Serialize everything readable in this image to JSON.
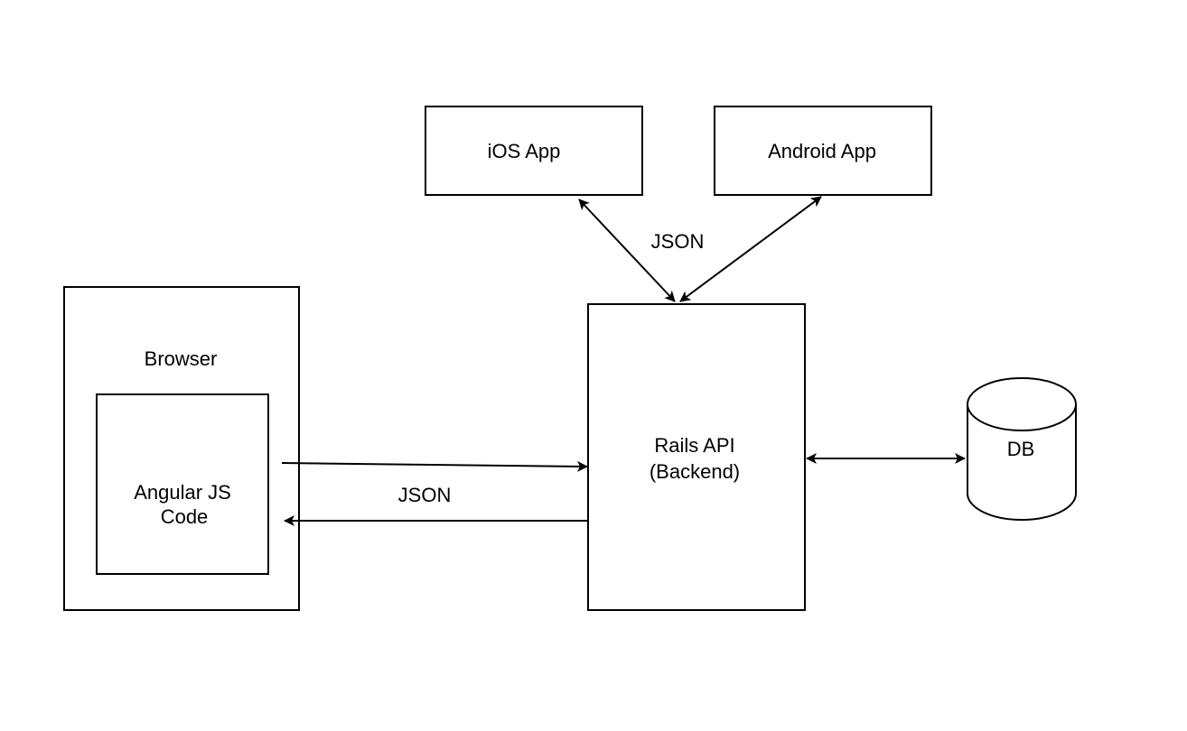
{
  "nodes": {
    "ios_app": {
      "label": "iOS App"
    },
    "android_app": {
      "label": "Android App"
    },
    "browser": {
      "label": "Browser"
    },
    "angular_code": {
      "line1": "Angular JS",
      "line2": "Code"
    },
    "rails_api": {
      "line1": "Rails API",
      "line2": "(Backend)"
    },
    "db": {
      "label": "DB"
    }
  },
  "edges": {
    "mobile_json_label": "JSON",
    "browser_json_label": "JSON"
  }
}
